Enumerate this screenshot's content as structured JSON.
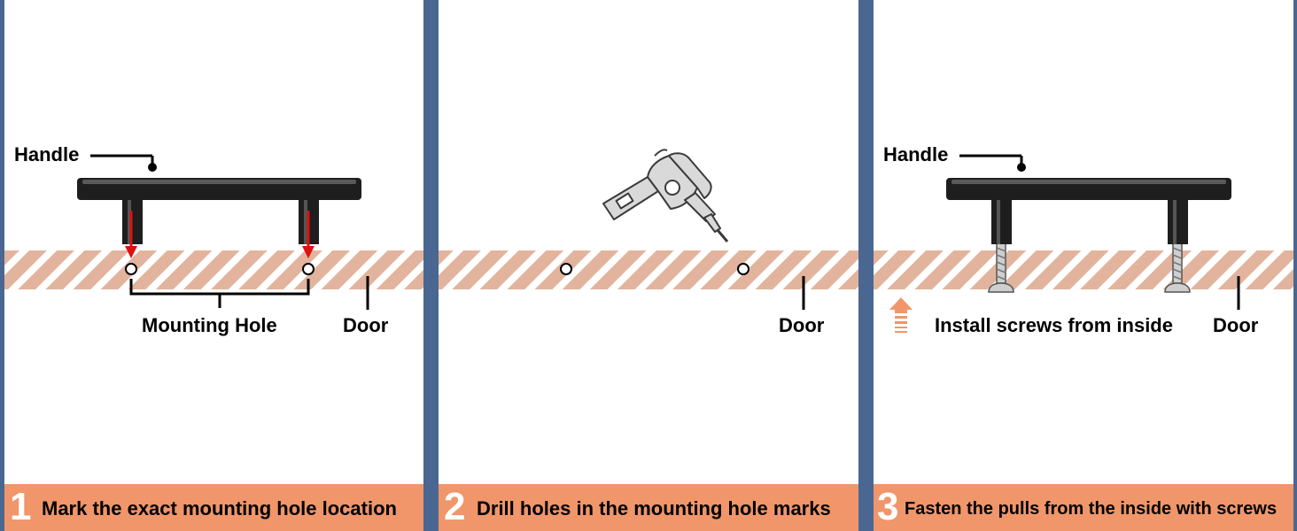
{
  "colors": {
    "divider": "#4a6791",
    "footer": "#f0966a",
    "door_stripe": "#e2b49d",
    "marker_arrow": "#e01010",
    "up_arrow": "#f0966a"
  },
  "panels": [
    {
      "step_number": "1",
      "caption": "Mark the exact mounting hole location",
      "labels": {
        "handle": "Handle",
        "mounting_hole": "Mounting Hole",
        "door": "Door"
      }
    },
    {
      "step_number": "2",
      "caption": "Drill holes in the mounting hole marks",
      "labels": {
        "door": "Door"
      }
    },
    {
      "step_number": "3",
      "caption": "Fasten the pulls from the inside with screws",
      "labels": {
        "handle": "Handle",
        "install_screws": "Install screws from inside",
        "door": "Door"
      }
    }
  ]
}
